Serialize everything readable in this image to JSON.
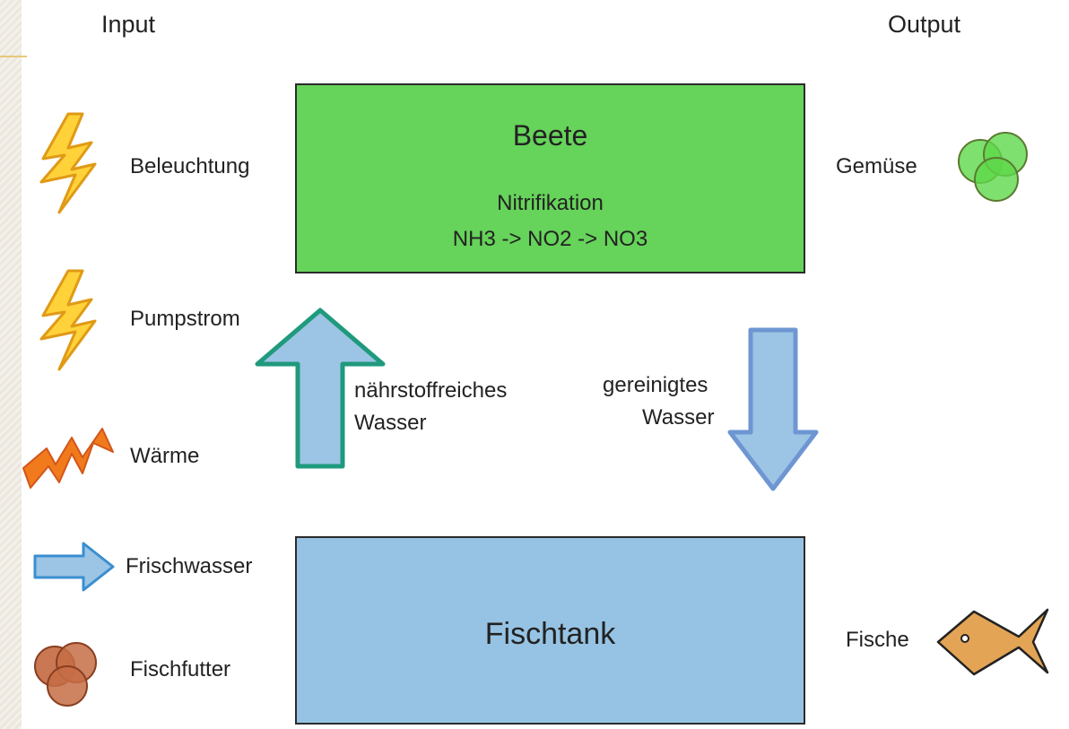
{
  "headers": {
    "input": "Input",
    "output": "Output"
  },
  "beete": {
    "title": "Beete",
    "line1": "Nitrifikation",
    "line2": "NH3 -> NO2 -> NO3"
  },
  "fischtank": {
    "title": "Fischtank"
  },
  "arrows": {
    "up": {
      "line1": "nährstoffreiches",
      "line2": "Wasser"
    },
    "down": {
      "line1": "gereinigtes",
      "line2": "Wasser"
    }
  },
  "inputs": [
    {
      "label": "Beleuchtung",
      "icon": "lightning-icon"
    },
    {
      "label": "Pumpstrom",
      "icon": "lightning-icon"
    },
    {
      "label": "Wärme",
      "icon": "heat-zigzag-icon"
    },
    {
      "label": "Frischwasser",
      "icon": "arrow-right-icon"
    },
    {
      "label": "Fischfutter",
      "icon": "pellets-icon"
    }
  ],
  "outputs": [
    {
      "label": "Gemüse",
      "icon": "vegetables-icon"
    },
    {
      "label": "Fische",
      "icon": "fish-icon"
    }
  ],
  "colors": {
    "beete": "#66d35a",
    "fischtank": "#96c3e3",
    "arrow_fill": "#9cc4e4",
    "up_arrow_stroke": "#1f9a7c",
    "down_arrow_stroke": "#6d96d2",
    "lightning": "#ffd23a",
    "heat": "#f07a1c",
    "pellets": "#c56d45",
    "vegetables": "#5ed84a",
    "fish": "#e3a455"
  }
}
